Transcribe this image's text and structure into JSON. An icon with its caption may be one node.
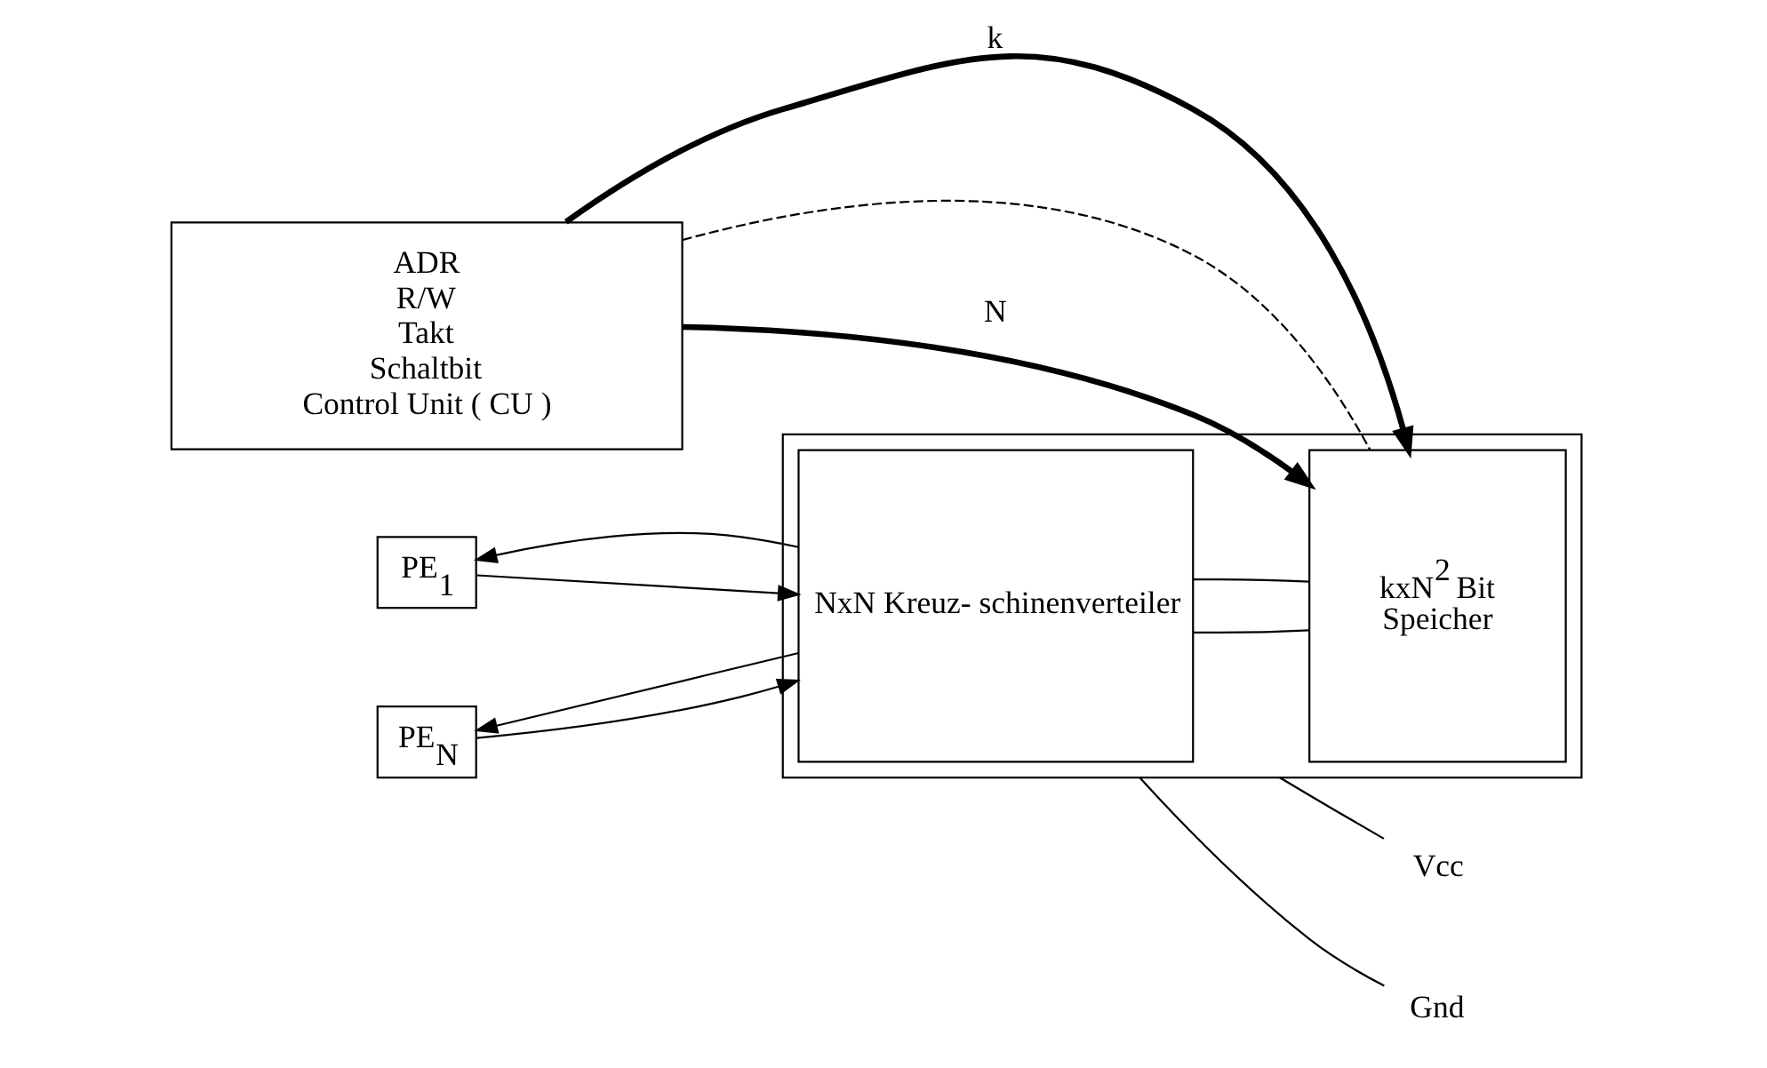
{
  "diagram": {
    "nodes": [
      {
        "text": [],
        "shape": "box"
      },
      {
        "text": [
          "PE$_{1}$"
        ]
      },
      {
        "text": [
          "PE$_{N}$"
        ]
      },
      {
        "text": [
          "NxN Kreuz- schinenverteiler"
        ],
        "in": 0
      },
      {
        "text": [
          "kxN$^{2}$ Bit",
          "Speicher"
        ],
        "in": 0
      },
      {
        "text": [
          "ADR",
          "R/W",
          "Takt",
          "Schaltbit",
          "Control Unit ( CU )"
        ]
      },
      {
        "text": [
          "Vcc"
        ]
      },
      {
        "text": [
          "Gnd"
        ]
      }
    ],
    "edges": [
      {
        "from": 1,
        "to": 3,
        "arrow": "to"
      },
      {
        "from": 2,
        "to": 3,
        "arrow": "to"
      },
      {
        "from": 3,
        "to": 1,
        "arrow": "to"
      },
      {
        "from": 3,
        "to": 2,
        "arrow": "to"
      },
      {
        "from": 3,
        "to": 4,
        "arrow": "none"
      },
      {
        "from": 3,
        "to": 4,
        "arrow": "none"
      },
      {
        "from": 5,
        "to": 4,
        "arrow": "to",
        "label": "k",
        "style": "thick"
      },
      {
        "from": 5,
        "to": 4,
        "arrow": "none",
        "style": "dashed"
      },
      {
        "from": 5,
        "to": 4,
        "arrow": "to",
        "label": "N",
        "style": "thick"
      },
      {
        "from": 0,
        "to": 6,
        "arrow": "none"
      },
      {
        "from": 0,
        "to": 7,
        "arrow": "none"
      }
    ]
  }
}
